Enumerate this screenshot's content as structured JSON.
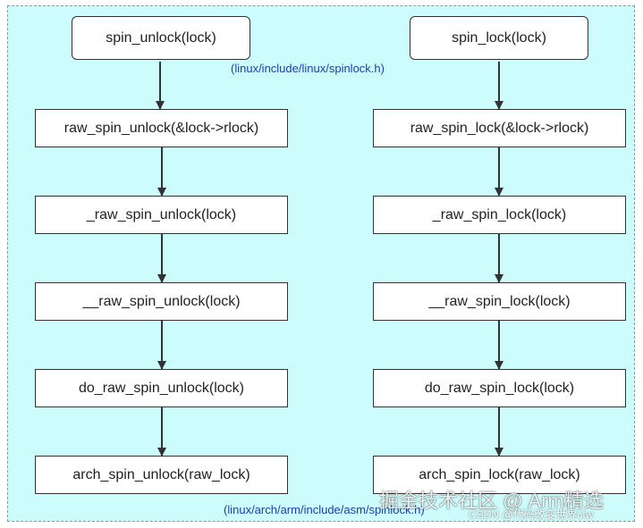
{
  "left_chain": [
    "spin_unlock(lock)",
    "raw_spin_unlock(&lock->rlock)",
    "_raw_spin_unlock(lock)",
    "__raw_spin_unlock(lock)",
    "do_raw_spin_unlock(lock)",
    "arch_spin_unlock(raw_lock)"
  ],
  "right_chain": [
    "spin_lock(lock)",
    "raw_spin_lock(&lock->rlock)",
    "_raw_spin_lock(lock)",
    "__raw_spin_lock(lock)",
    "do_raw_spin_lock(lock)",
    "arch_spin_lock(raw_lock)"
  ],
  "labels": {
    "header_path": "(linux/include/linux/spinlock.h)",
    "arch_path": "(linux/arch/arm/include/asm/spinlock.h)"
  },
  "watermark": {
    "main": "掘金技术社区 @ Arm精选",
    "sub": "CSDN @代码改变世界ctw"
  },
  "colors": {
    "background": "#ccfcfc",
    "path_label": "#1a3fb0",
    "box_border": "#333333"
  }
}
